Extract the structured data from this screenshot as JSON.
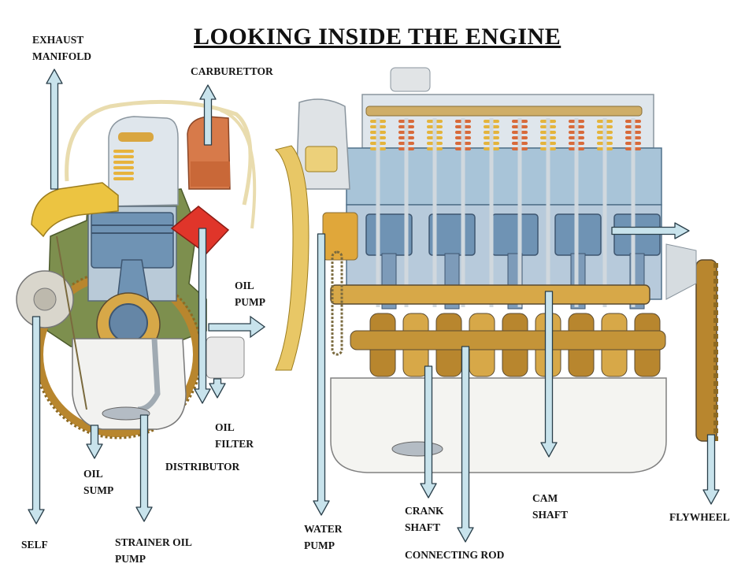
{
  "title": "LOOKING INSIDE THE ENGINE",
  "labels": {
    "exhaust_manifold": "EXHAUST\nMANIFOLD",
    "carburettor": "CARBURETTOR",
    "oil_pump": "OIL\nPUMP",
    "oil_filter": "OIL\nFILTER",
    "distributor": "DISTRIBUTOR",
    "oil_sump": "OIL\nSUMP",
    "self": "SELF",
    "strainer_oil_pump": "STRAINER OIL\nPUMP",
    "water_pump": "WATER\nPUMP",
    "crank_shaft": "CRANK\nSHAFT",
    "connecting_rod": "CONNECTING ROD",
    "cam_shaft": "CAM\nSHAFT",
    "flywheel": "FLYWHEEL"
  },
  "colors": {
    "arrow_fill": "#c8e3ec",
    "arrow_stroke": "#2a3f4a",
    "cylinder_blue": "#6f93b4",
    "block_blue": "#a8c4d8",
    "casting_gold": "#d7a848",
    "dark_gold": "#b8862e",
    "head_green": "#7d8f4e",
    "rocker_cover": "#dfe6ec",
    "spring_orange": "#d86a3a",
    "distributor_red": "#e0352a",
    "cable_cream": "#e9dcae",
    "bolt_brown": "#a27046"
  }
}
